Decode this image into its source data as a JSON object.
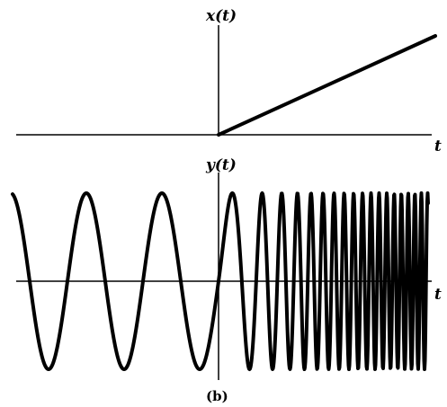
{
  "colors": {
    "ink": "#000000",
    "background": "#ffffff"
  },
  "top_plot": {
    "ylabel": "x(t)",
    "xlabel": "t",
    "signal": "ramp"
  },
  "bottom_plot": {
    "ylabel": "y(t)",
    "xlabel": "t",
    "signal": "sinusoid whose frequency increases after t = 0"
  },
  "caption": "(b)"
}
